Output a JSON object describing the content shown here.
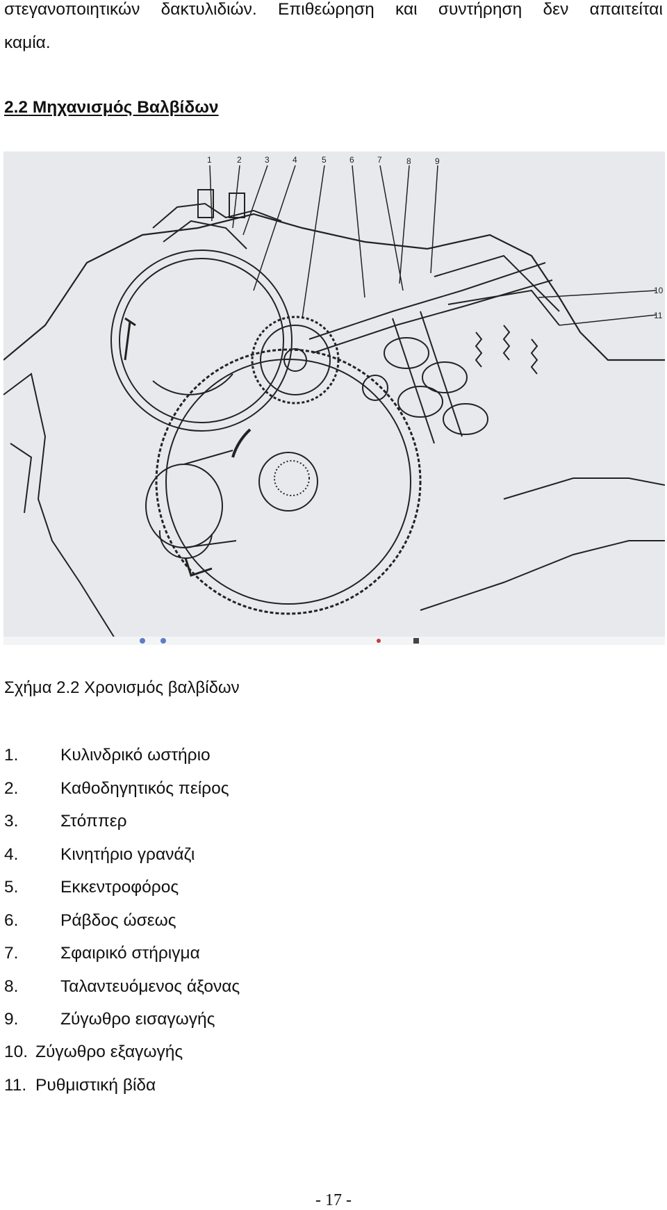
{
  "intro": {
    "line1_words": [
      "στεγανοποιητικών",
      "δακτυλιδιών.",
      "Επιθεώρηση",
      "και",
      "συντήρηση",
      "δεν",
      "απαιτείται"
    ],
    "line2": "καμία."
  },
  "section": {
    "heading": "2.2 Μηχανισμός Βαλβίδων"
  },
  "figure": {
    "callouts_top": [
      "1",
      "2",
      "3",
      "4",
      "5",
      "6",
      "7",
      "8",
      "9"
    ],
    "callouts_right": [
      "10",
      "11"
    ],
    "caption": "Σχήμα 2.2  Χρονισμός βαλβίδων"
  },
  "legend": [
    {
      "num": "1.",
      "text": "Κυλινδρικό ωστήριο"
    },
    {
      "num": "2.",
      "text": "Καθοδηγητικός πείρος"
    },
    {
      "num": "3.",
      "text": "Στόππερ"
    },
    {
      "num": "4.",
      "text": "Κινητήριο γρανάζι"
    },
    {
      "num": "5.",
      "text": "Εκκεντροφόρος"
    },
    {
      "num": "6.",
      "text": "Ράβδος ώσεως"
    },
    {
      "num": "7.",
      "text": "Σφαιρικό στήριγμα"
    },
    {
      "num": "8.",
      "text": "Ταλαντευόμενος άξονας"
    },
    {
      "num": "9.",
      "text": "Ζύγωθρο εισαγωγής"
    },
    {
      "num": "10.",
      "text": "Ζύγωθρο εξαγωγής"
    },
    {
      "num": "11.",
      "text": "Ρυθμιστική βίδα"
    }
  ],
  "footer": {
    "page_number": "- 17 -"
  }
}
